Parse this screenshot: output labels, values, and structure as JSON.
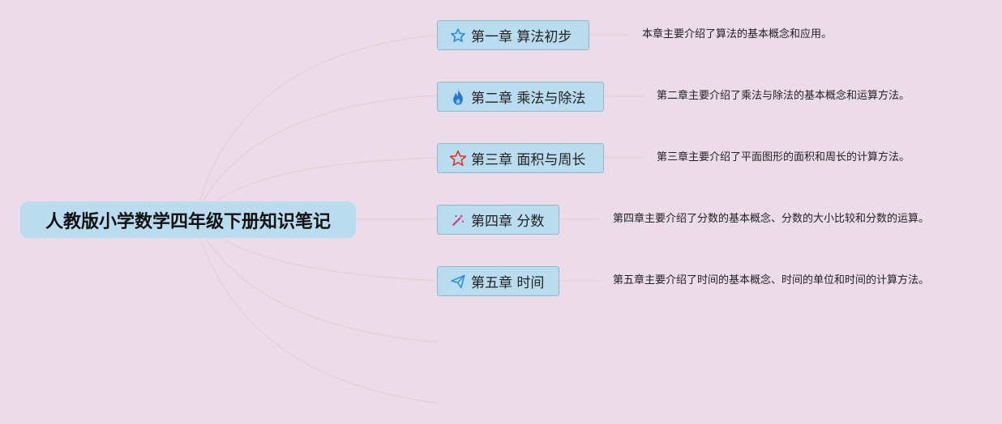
{
  "title": "人教版小学数学四年级下册知识笔记",
  "colors": {
    "background": "#ecdcea",
    "node_fill": "#b9dcef",
    "node_border": "#8fb7cc",
    "connector": "#e6cfcf"
  },
  "chapters": [
    {
      "label": "第一章 算法初步",
      "icon": "star-outline-blue-icon",
      "description": "本章主要介绍了算法的基本概念和应用。"
    },
    {
      "label": "第二章 乘法与除法",
      "icon": "flame-icon",
      "description": "第二章主要介绍了乘法与除法的基本概念和运算方法。"
    },
    {
      "label": "第三章 面积与周长",
      "icon": "star-outline-red-icon",
      "description": "第三章主要介绍了平面图形的面积和周长的计算方法。"
    },
    {
      "label": "第四章 分数",
      "icon": "magic-wand-icon",
      "description": "第四章主要介绍了分数的基本概念、分数的大小比较和分数的运算。"
    },
    {
      "label": "第五章 时间",
      "icon": "paper-plane-icon",
      "description": "第五章主要介绍了时间的基本概念、时间的单位和时间的计算方法。"
    }
  ]
}
